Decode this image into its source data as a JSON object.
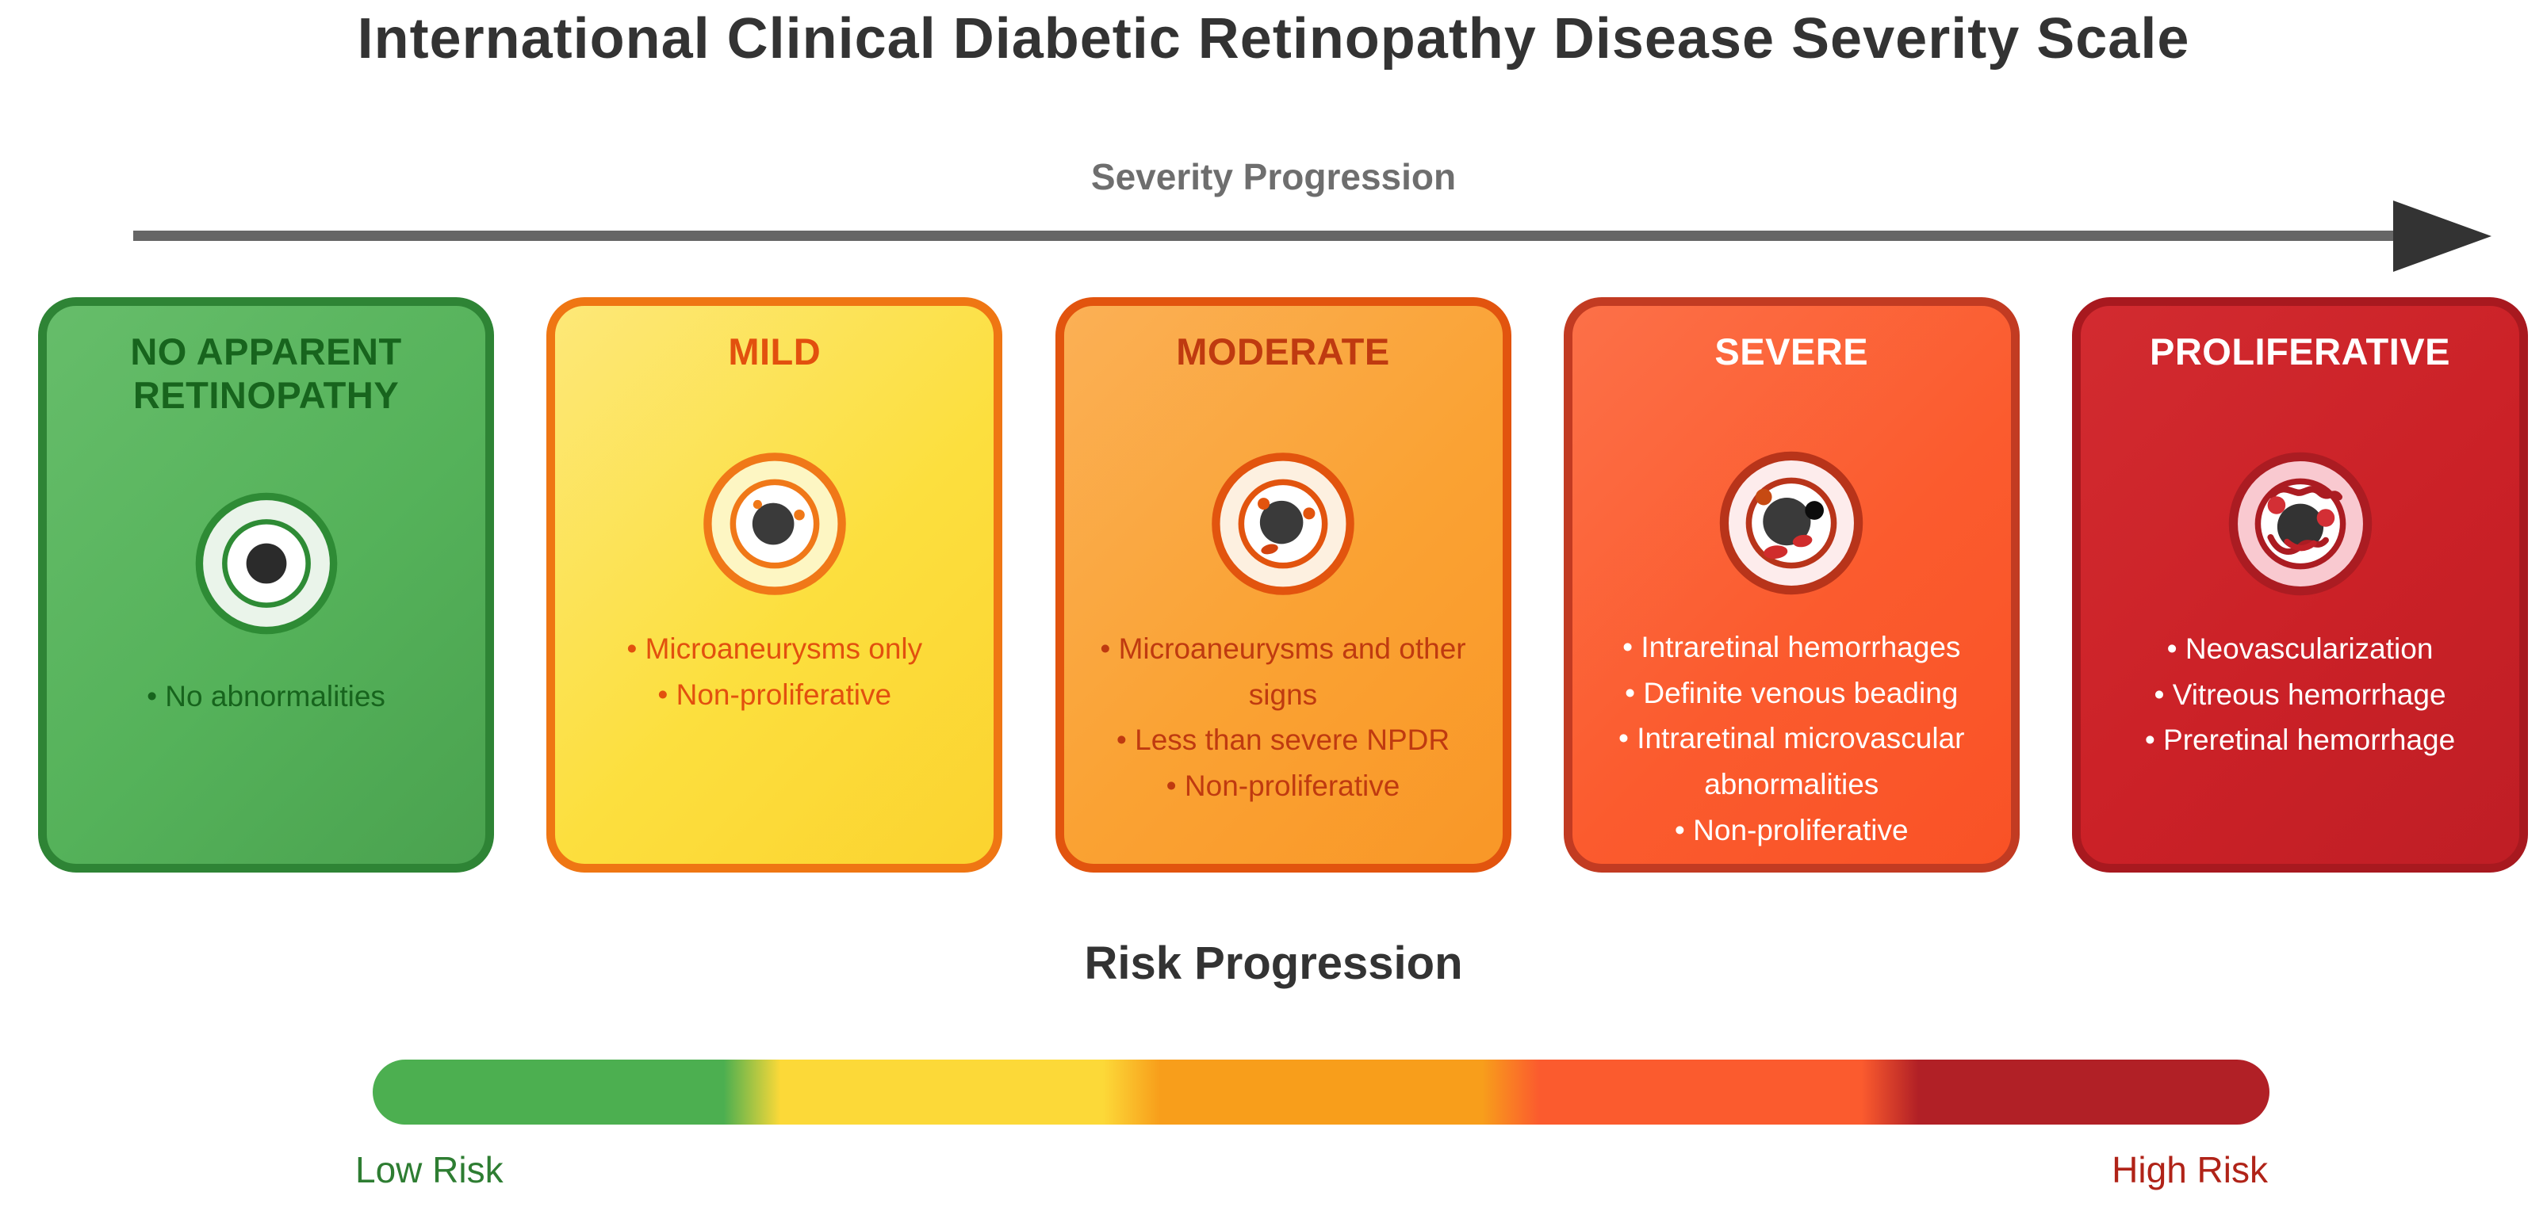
{
  "title": "International Clinical Diabetic Retinopathy Disease Severity Scale",
  "severity_progression": {
    "label": "Severity Progression",
    "arrow_line_color": "#666666",
    "arrow_head_color": "#333333"
  },
  "cards": [
    {
      "title": "NO APPARENT RETINOPATHY",
      "bullets": [
        "No abnormalities"
      ],
      "card_color": "#55b25a",
      "border_color": "#2e8435",
      "text_color": "#17641d",
      "icon": "healthy-eye-icon"
    },
    {
      "title": "MILD",
      "bullets": [
        "Microaneurysms only",
        "Non-proliferative"
      ],
      "card_color": "#fcdf3e",
      "border_color": "#ef7613",
      "text_color": "#e2500e",
      "icon": "mild-retinopathy-eye-icon"
    },
    {
      "title": "MODERATE",
      "bullets": [
        "Microaneurysms and other signs",
        "Less than severe NPDR",
        "Non-proliferative"
      ],
      "card_color": "#faa233",
      "border_color": "#e2540e",
      "text_color": "#bf3a10",
      "icon": "moderate-retinopathy-eye-icon"
    },
    {
      "title": "SEVERE",
      "bullets": [
        "Intraretinal hemorrhages",
        "Definite venous beading",
        "Intraretinal microvascular abnormalities",
        "Non-proliferative"
      ],
      "card_color": "#fb5b2e",
      "border_color": "#c23b22",
      "text_color": "#ffffff",
      "icon": "severe-retinopathy-eye-icon"
    },
    {
      "title": "PROLIFERATIVE",
      "bullets": [
        "Neovascularization",
        "Vitreous hemorrhage",
        "Preretinal hemorrhage"
      ],
      "card_color": "#cb2127",
      "border_color": "#a8191f",
      "text_color": "#ffffff",
      "icon": "proliferative-retinopathy-eye-icon"
    }
  ],
  "risk_progression": {
    "label": "Risk Progression",
    "low_label": "Low Risk",
    "high_label": "High Risk",
    "low_label_color": "#2e7d32",
    "high_label_color": "#b02318",
    "gradient_colors": [
      "#4caf50",
      "#fcd938",
      "#f89e1b",
      "#fb5b2e",
      "#b12026"
    ]
  }
}
